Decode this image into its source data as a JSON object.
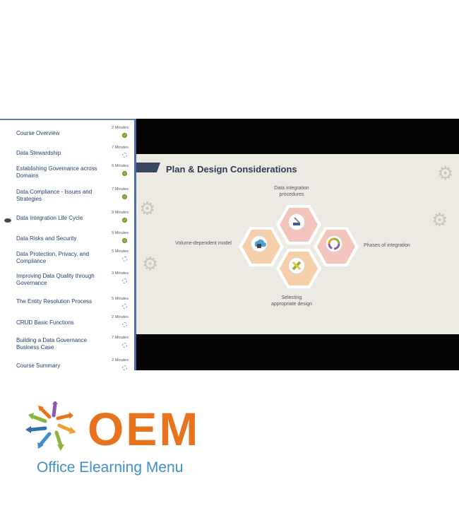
{
  "sidebar": {
    "lessons": [
      {
        "title": "Course Overview",
        "duration": "2 Minutes",
        "status": "done"
      },
      {
        "title": "Data Stewardship",
        "duration": "7 Minutes",
        "status": "todo"
      },
      {
        "title": "Establishing Governance across Domains",
        "duration": "6 Minutes",
        "status": "done"
      },
      {
        "title": "Data Compliance - Issues and Strategies",
        "duration": "7 Minutes",
        "status": "done"
      },
      {
        "title": "Data Integration Life Cycle",
        "duration": "9 Minutes",
        "status": "done",
        "current": true
      },
      {
        "title": "Data Risks and Security",
        "duration": "5 Minutes",
        "status": "done"
      },
      {
        "title": "Data Protection, Privacy, and Compliance",
        "duration": "5 Minutes",
        "status": "todo"
      },
      {
        "title": "Improving Data Quality through Governance",
        "duration": "9 Minutes",
        "status": "todo"
      },
      {
        "title": "The Entity Resolution Process",
        "duration": "5 Minutes",
        "status": "todo"
      },
      {
        "title": "CRUD Basic Functions",
        "duration": "2 Minutes",
        "status": "todo"
      },
      {
        "title": "Building a Data Governance Business Case",
        "duration": "7 Minutes",
        "status": "todo"
      },
      {
        "title": "Course Summary",
        "duration": "2 Minutes",
        "status": "todo"
      }
    ]
  },
  "slide": {
    "title": "Plan & Design Considerations",
    "labels": {
      "top": "Data integration procedures",
      "left": "Volume-dependent model",
      "right": "Phases of integration",
      "bottom": "Selecting appropriate design"
    }
  },
  "logo": {
    "text": "OEM",
    "subtitle": "Office Elearning Menu"
  },
  "colors": {
    "done": "#8cb43c",
    "hex_pink": "#f2c4bb",
    "hex_orange": "#f4cfa9",
    "logo_orange": "#e8731f",
    "logo_blue": "#3f8fc8"
  }
}
